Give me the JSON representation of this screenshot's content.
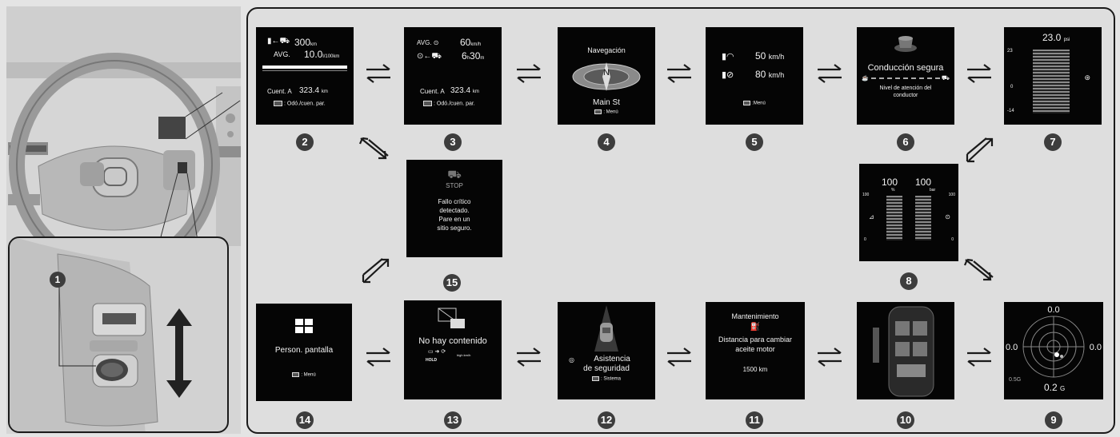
{
  "callout_label": "1",
  "screens": [
    {
      "id": "2",
      "odo_range": "300",
      "range_unit": "km",
      "avg_label": "AVG.",
      "fuel_avg": "10.0",
      "fuel_unit": "l/100km",
      "trip_label": "Cuent. A",
      "trip_value": "323.4",
      "trip_unit": "km",
      "hint": ": Odó./cuen. par."
    },
    {
      "id": "3",
      "avg_label": "AVG.",
      "speed": "60",
      "speed_unit": "km/h",
      "time_h": "6",
      "time_h_unit": "h",
      "time_m": "30",
      "time_m_unit": "m",
      "trip_label": "Cuent. A",
      "trip_value": "323.4",
      "trip_unit": "km",
      "hint": ": Odó./cuen. par."
    },
    {
      "id": "4",
      "title": "Navegación",
      "compass": "N",
      "street": "Main St",
      "hint": ": Menú"
    },
    {
      "id": "5",
      "speed1": "50",
      "speed2": "80",
      "unit": "km/h",
      "hint": ":Menú"
    },
    {
      "id": "6",
      "title": "Conducción segura",
      "subtitle": "Nivel de atención del conductor"
    },
    {
      "id": "7",
      "value": "23.0",
      "unit": "psi",
      "scale_top": "23",
      "scale_mid": "0",
      "scale_bot": "-14"
    },
    {
      "id": "8",
      "left_value": "100",
      "left_unit": "%",
      "right_value": "100",
      "right_unit": "bar",
      "scale_top": "100",
      "scale_bot": "0"
    },
    {
      "id": "9",
      "top": "0.0",
      "left": "0.0",
      "right": "0.0",
      "ring": "0.5G",
      "bottom": "0.2",
      "bottom_unit": "G"
    },
    {
      "id": "10"
    },
    {
      "id": "11",
      "title": "Mantenimiento",
      "line1": "Distancia para cambiar",
      "line2": "aceite motor",
      "distance": "1500 km"
    },
    {
      "id": "12",
      "line1": "Asistencia",
      "line2": "de seguridad",
      "hint": ": Sistema"
    },
    {
      "id": "13",
      "title": "No hay contenido",
      "hold": "HOLD",
      "small": "high km/h"
    },
    {
      "id": "14",
      "title": "Person. pantalla",
      "hint": ": Menú"
    },
    {
      "id": "15",
      "stop": "STOP",
      "l1": "Fallo crítico",
      "l2": "detectado.",
      "l3": "Pare en un",
      "l4": "sitio seguro."
    }
  ],
  "colors": {
    "screen_bg": "#050505",
    "badge_bg": "#3d3d3d",
    "panel_bg": "#dedede"
  }
}
